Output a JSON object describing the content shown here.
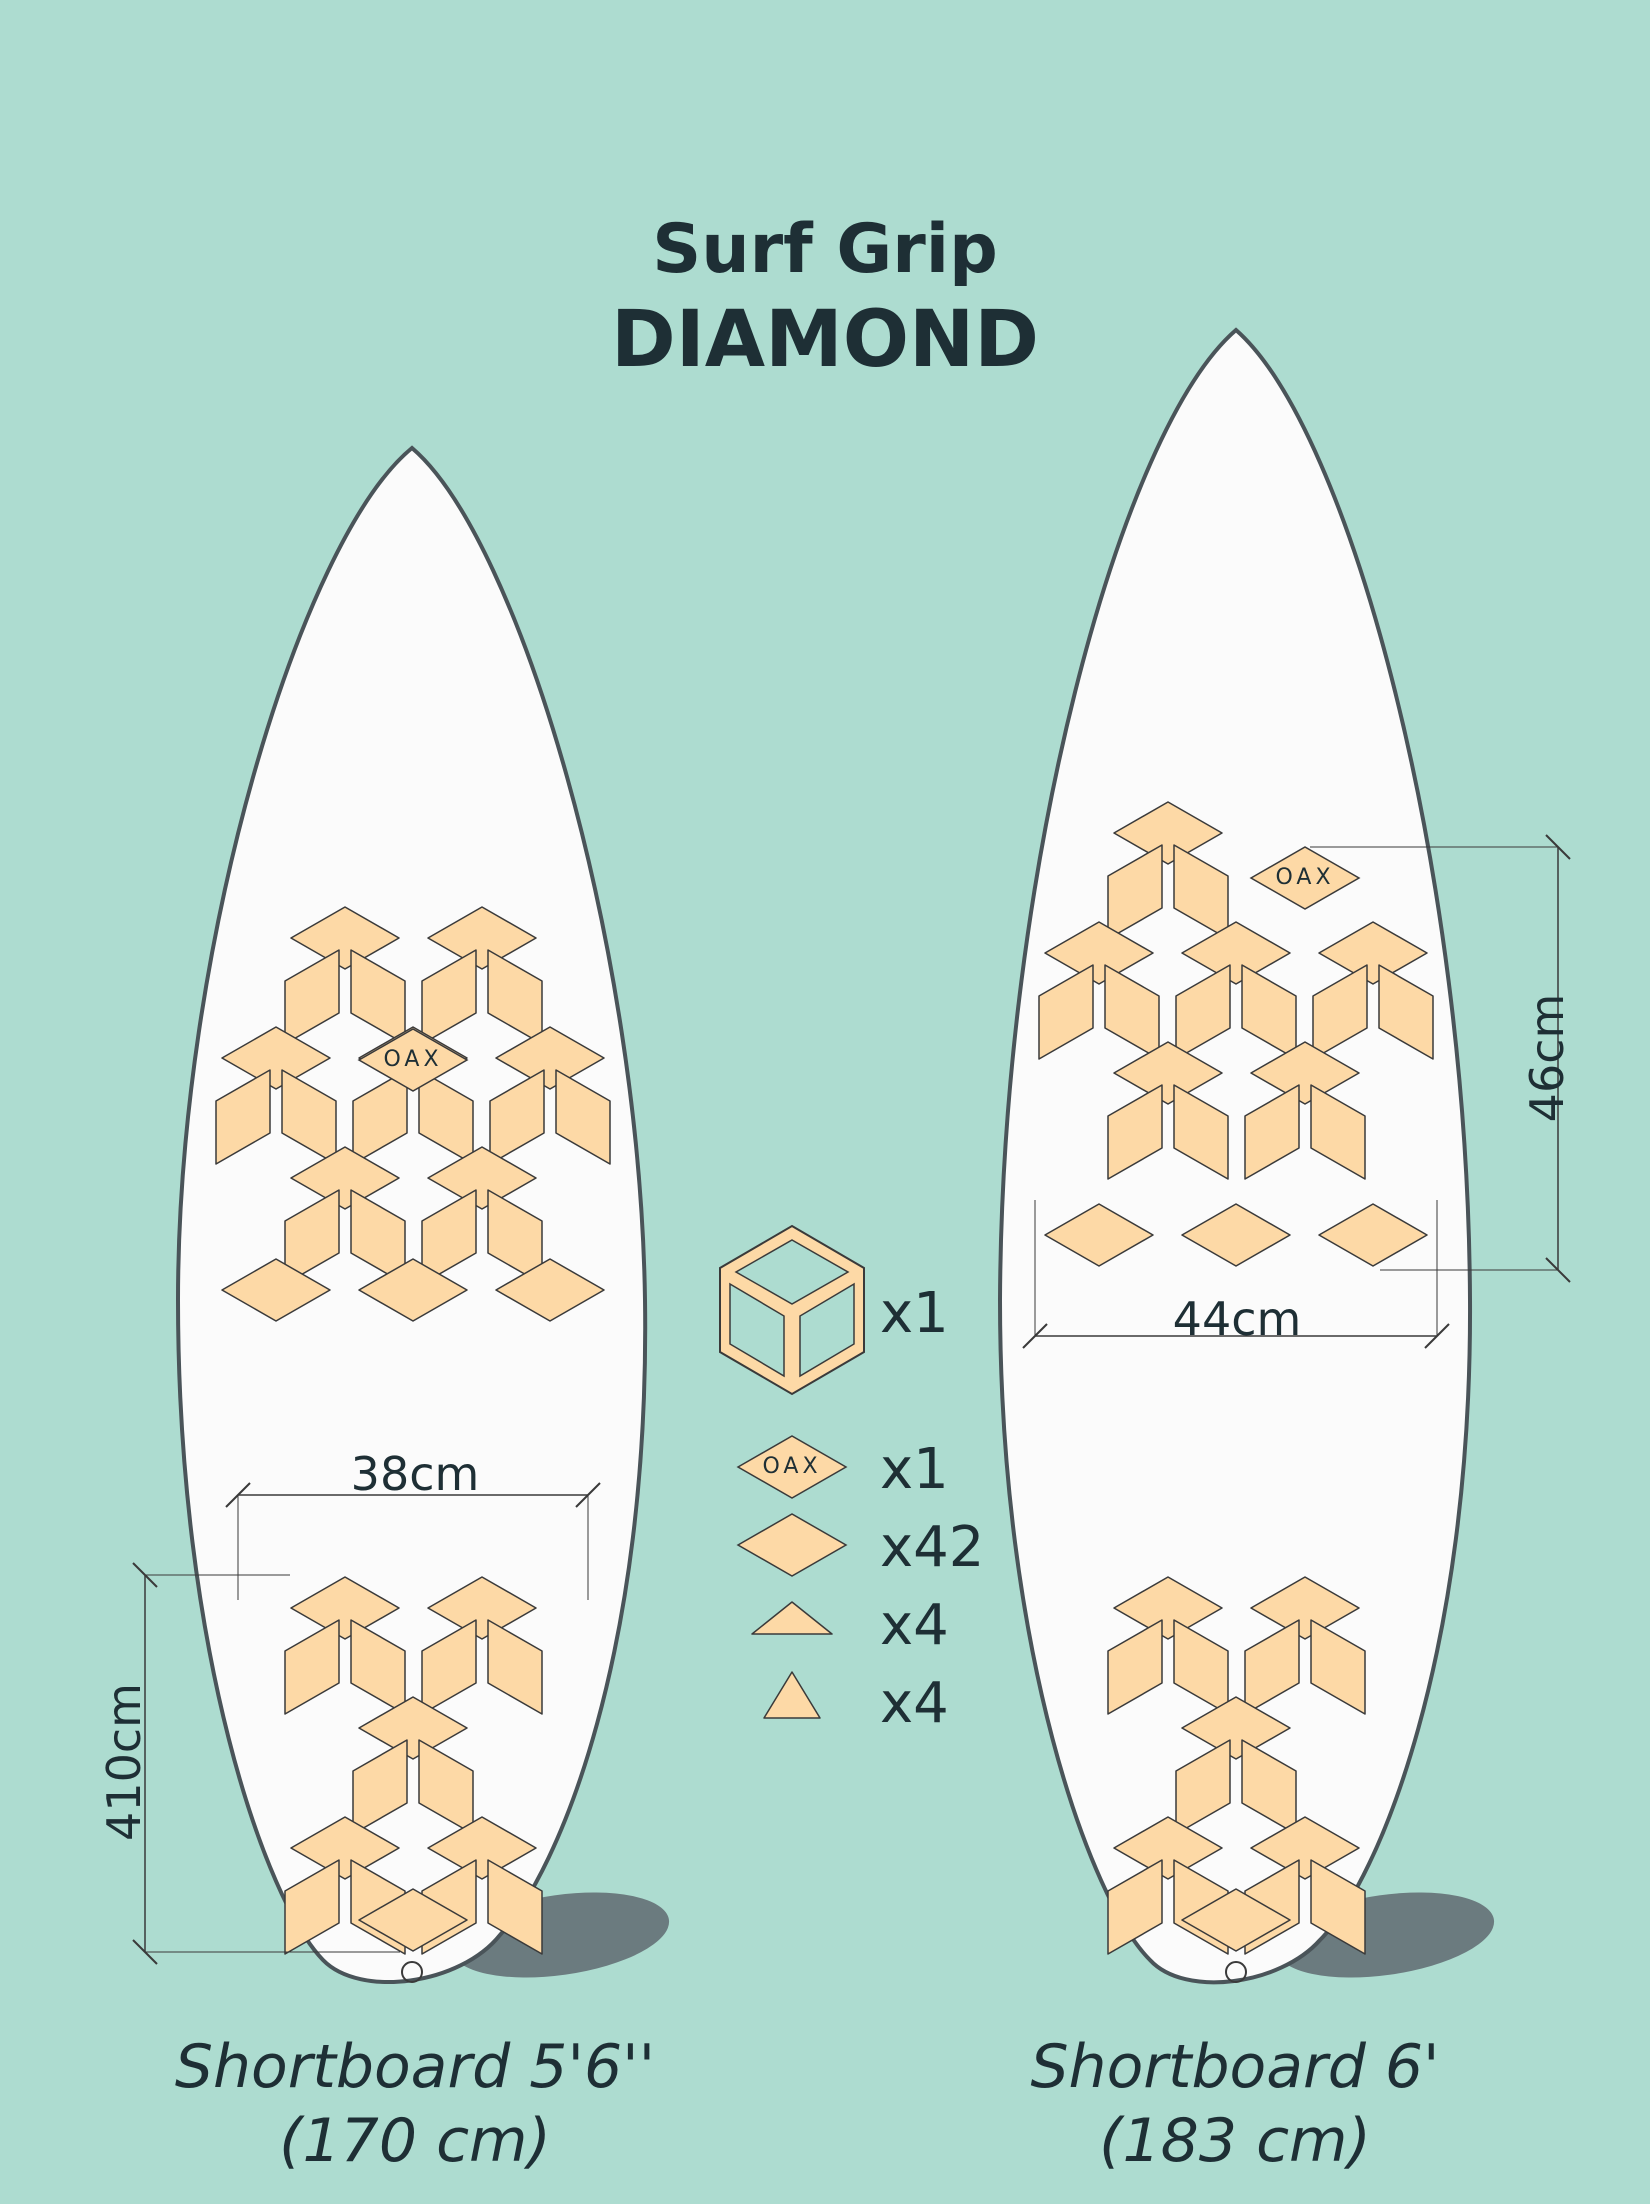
{
  "title": {
    "line1": "Surf Grip",
    "line2": "DIAMOND"
  },
  "boards": [
    {
      "name_line1": "Shortboard 5'6''",
      "name_line2": "(170 cm)",
      "width_label": "38cm",
      "length_label": "410cm"
    },
    {
      "name_line1": "Shortboard 6'",
      "name_line2": "(183 cm)",
      "width_label": "44cm",
      "length_label": "46cm"
    }
  ],
  "legend": {
    "hexagon_count": "x1",
    "logo_diamond_count": "x1",
    "diamond_count": "x42",
    "wide_triangle_count": "x4",
    "triangle_count": "x4"
  },
  "colors": {
    "background": "#addcd0",
    "board": "#fbfbfb",
    "board_outline": "#4a5459",
    "pad": "#fdd9a6",
    "shadow": "#6b7b7f",
    "text": "#1e2f35"
  }
}
